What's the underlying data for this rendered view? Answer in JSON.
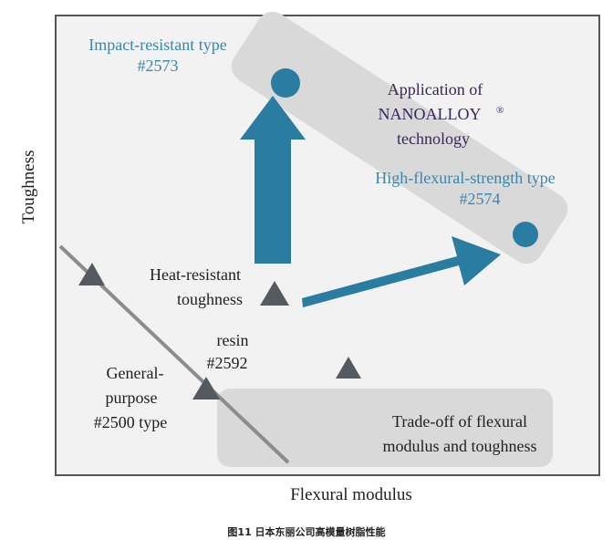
{
  "axes": {
    "y_label": "Toughness",
    "x_label": "Flexural modulus"
  },
  "labels": {
    "impact_type_line1": "Impact-resistant type",
    "impact_type_line2": "#2573",
    "application_line1": "Application of",
    "application_line2": "NANOALLOY",
    "application_line2_mark": "®",
    "application_line3": "technology",
    "flex_type_line1": "High-flexural-strength type",
    "flex_type_line2": "#2574",
    "heat_line1": "Heat-resistant",
    "heat_line2": "toughness",
    "resin_line1": "resin",
    "resin_line2": "#2592",
    "general_line1": "General-",
    "general_line2": "purpose",
    "general_line3": "#2500 type",
    "tradeoff_line1": "Trade-off of flexural",
    "tradeoff_line2": "modulus and toughness"
  },
  "caption": "图11 日本东丽公司高模量树脂性能",
  "colors": {
    "arrow_blue": "#2a7ca1",
    "label_blue": "#3b86ab",
    "dark_purple": "#3a2560",
    "triangle_gray": "#555a60",
    "region_gray": "#d9d9d9",
    "plot_background": "#f2f2f2"
  }
}
